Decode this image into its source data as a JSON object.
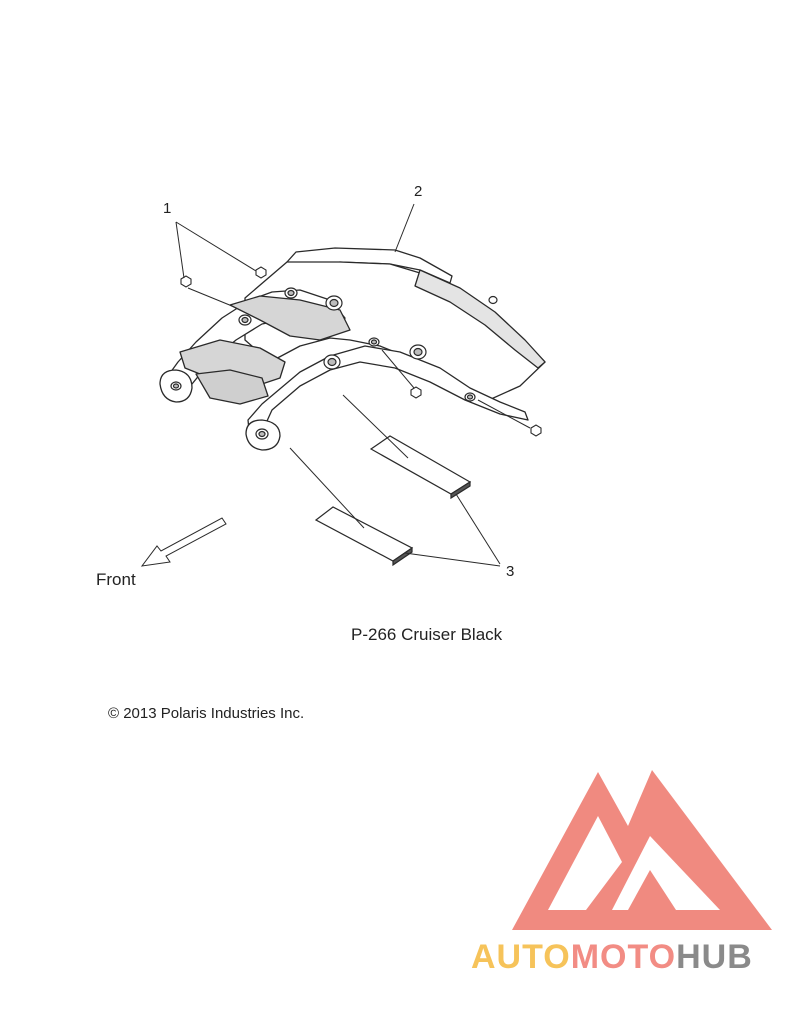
{
  "callouts": {
    "c1": "1",
    "c2": "2",
    "c3": "3"
  },
  "direction_label": "Front",
  "part_caption": "P-266  Cruiser Black",
  "copyright": "© 2013 Polaris Industries Inc.",
  "watermark": {
    "part1": "AUTO",
    "part2": "MOTO",
    "part3": "HUB",
    "color1": "#f6c35a",
    "color2": "#f28c84",
    "color3": "#8a8a8a",
    "logo_color": "#f08a80"
  },
  "colors": {
    "line": "#2a2a2a",
    "shade": "#d6d6d6",
    "fill": "#ffffff"
  }
}
